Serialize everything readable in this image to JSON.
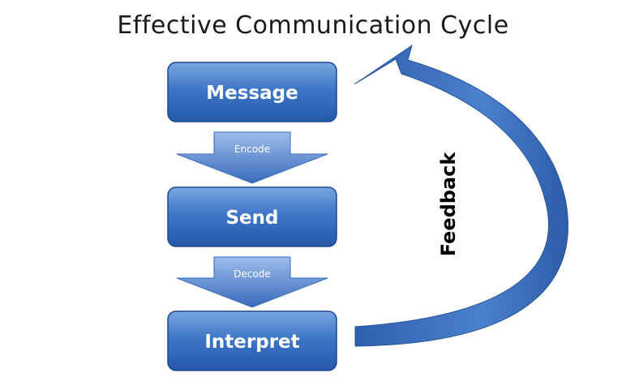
{
  "title": "Effective Communication Cycle",
  "steps": [
    {
      "label": "Message"
    },
    {
      "label": "Send"
    },
    {
      "label": "Interpret"
    }
  ],
  "transitions": [
    {
      "label": "Encode"
    },
    {
      "label": "Decode"
    }
  ],
  "feedback": {
    "label": "Feedback"
  },
  "colors": {
    "box_light": "#6a9ad8",
    "box_mid": "#3d74c4",
    "box_dark": "#2456a6",
    "border": "#1d4a8f",
    "arrow_light": "#8fb3e6",
    "arrow_dark": "#3a6bbd"
  }
}
